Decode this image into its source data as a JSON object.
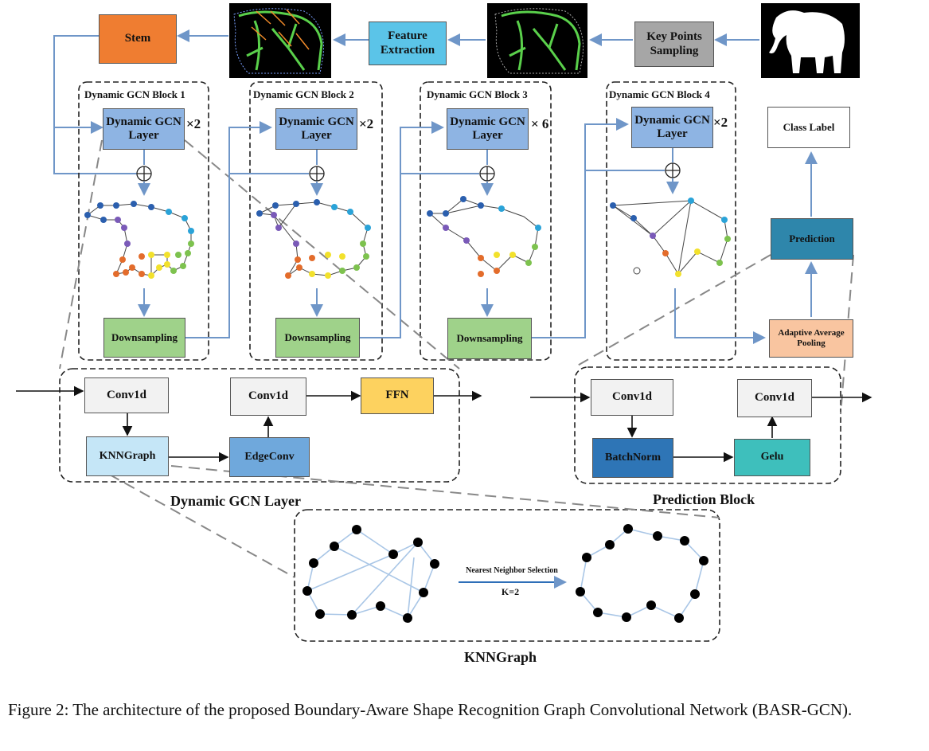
{
  "top": {
    "stem": "Stem",
    "feature_extraction": "Feature Extraction",
    "key_points_sampling": "Key Points Sampling"
  },
  "blocks": [
    {
      "title": "Dynamic GCN Block 1",
      "layer": "Dynamic GCN Layer",
      "mult": "×2",
      "down": "Downsampling"
    },
    {
      "title": "Dynamic GCN Block 2",
      "layer": "Dynamic GCN Layer",
      "mult": "×2",
      "down": "Downsampling"
    },
    {
      "title": "Dynamic GCN Block 3",
      "layer": "Dynamic GCN Layer",
      "mult": "× 6",
      "down": "Downsampling"
    },
    {
      "title": "Dynamic GCN Block 4",
      "layer": "Dynamic GCN Layer",
      "mult": "×2"
    }
  ],
  "head": {
    "class_label": "Class Label",
    "prediction": "Prediction",
    "adaptive_pool": "Adaptive Average Pooling"
  },
  "gcn_layer": {
    "title": "Dynamic GCN Layer",
    "conv1": "Conv1d",
    "knn": "KNNGraph",
    "conv2": "Conv1d",
    "edgeconv": "EdgeConv",
    "ffn": "FFN"
  },
  "pred_block": {
    "title": "Prediction Block",
    "conv1": "Conv1d",
    "batchnorm": "BatchNorm",
    "conv2": "Conv1d",
    "gelu": "Gelu"
  },
  "knn_detail": {
    "title": "KNNGraph",
    "arrow_top": "Nearest Neighbor Selection",
    "arrow_bottom": "K=2"
  },
  "caption": "Figure 2: The architecture of the proposed Boundary-Aware Shape Recognition Graph Convolutional Network (BASR-GCN).",
  "colors": {
    "stem": "#ef7d31",
    "feature": "#5bc4e8",
    "keypoints": "#a6a6a6",
    "gcn_layer": "#8eb4e3",
    "downsampling": "#9fd28a",
    "prediction": "#2e86ab",
    "pooling": "#f9c5a0",
    "ffn": "#fdd25f",
    "knn": "#c5e6f7",
    "edgeconv": "#6fa8dc",
    "batchnorm": "#2e75b6",
    "gelu": "#3ebfbc",
    "conv": "#f2f2f2",
    "arrow": "#6f96c8"
  }
}
